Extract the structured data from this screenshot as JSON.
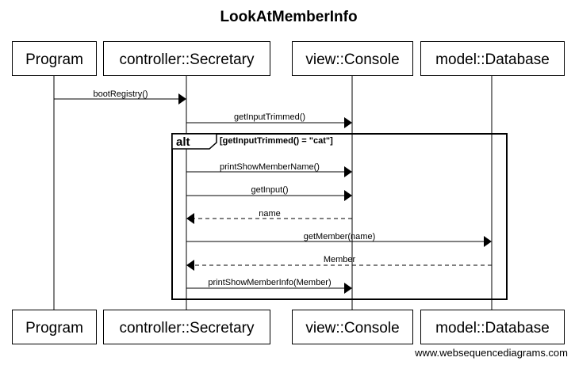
{
  "title": "LookAtMemberInfo",
  "participants": [
    {
      "id": "program",
      "label": "Program"
    },
    {
      "id": "secretary",
      "label": "controller::Secretary"
    },
    {
      "id": "console",
      "label": "view::Console"
    },
    {
      "id": "database",
      "label": "model::Database"
    }
  ],
  "messages": [
    {
      "from": 0,
      "to": 1,
      "label": "bootRegistry()",
      "style": "solid"
    },
    {
      "from": 1,
      "to": 2,
      "label": "getInputTrimmed()",
      "style": "solid"
    },
    {
      "from": 1,
      "to": 2,
      "label": "printShowMemberName()",
      "style": "solid"
    },
    {
      "from": 1,
      "to": 2,
      "label": "getInput()",
      "style": "solid"
    },
    {
      "from": 2,
      "to": 1,
      "label": "name",
      "style": "dashed"
    },
    {
      "from": 1,
      "to": 3,
      "label": "getMember(name)",
      "style": "solid"
    },
    {
      "from": 3,
      "to": 1,
      "label": "Member",
      "style": "dashed"
    },
    {
      "from": 1,
      "to": 2,
      "label": "printShowMemberInfo(Member)",
      "style": "solid"
    }
  ],
  "fragment": {
    "keyword": "alt",
    "condition": "[getInputTrimmed() = \"cat\"]"
  },
  "watermark": "www.websequencediagrams.com"
}
